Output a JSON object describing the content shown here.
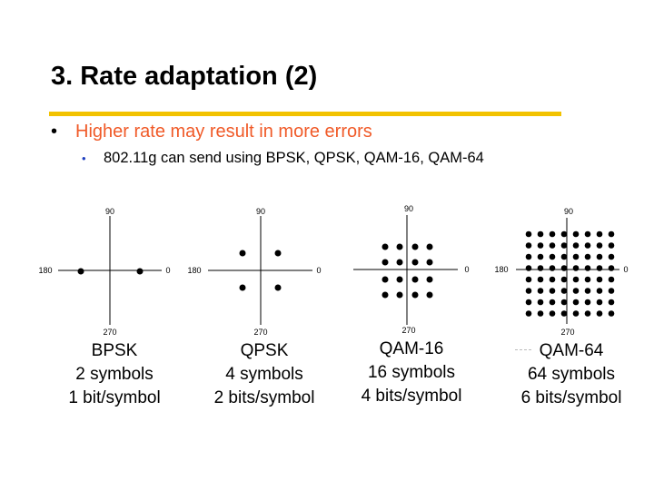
{
  "title": "3. Rate adaptation (2)",
  "bullets": {
    "level1": "Higher rate may result in more errors",
    "level2": "802.11g can send using BPSK, QPSK, QAM-16, QAM-64"
  },
  "colors": {
    "title_bar": "#f2c200",
    "level1_text": "#f05a28",
    "level2_bullet": "#1f3fbf"
  },
  "axis_labels": {
    "top": "90",
    "bottom": "270",
    "left": "180",
    "right": "0"
  },
  "constellations": [
    {
      "name": "BPSK",
      "symbols": "2 symbols",
      "bits": "1 bit/symbol",
      "grid": 2
    },
    {
      "name": "QPSK",
      "symbols": "4 symbols",
      "bits": "2 bits/symbol",
      "grid": 2
    },
    {
      "name": "QAM-16",
      "symbols": "16 symbols",
      "bits": "4 bits/symbol",
      "grid": 4
    },
    {
      "name": "QAM-64",
      "symbols": "64 symbols",
      "bits": "6 bits/symbol",
      "grid": 8
    }
  ]
}
